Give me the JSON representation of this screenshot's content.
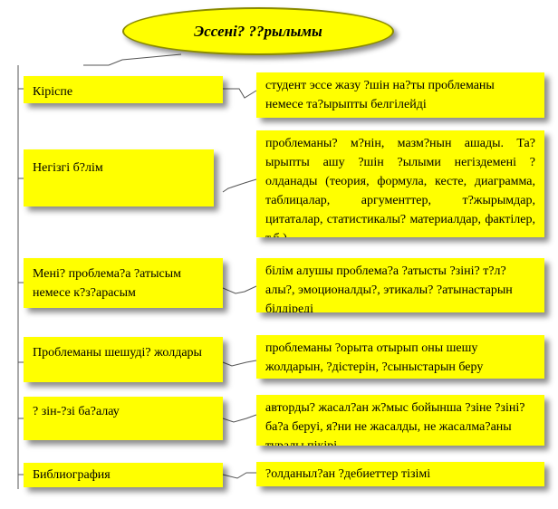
{
  "title": "Эссенi? ??рылымы",
  "rows": [
    {
      "left": "Кiрiспе",
      "right": "студент эссе жазу ?шiн на?ты проблеманы немесе та?ырыпты белгiлейдi"
    },
    {
      "left": "Негiзгi б?лiм",
      "right": "проблеманы? м?нiн, мазм?нын ашады. Та?ырыпты ашу ?шiн ?ылыми негiздеменi ?олданады (теория, формула, кесте, диаграмма, таблицалар, аргументтер, т?жырымдар, цитаталар, статистикалы? материалдар, фактiлер, т.б.)"
    },
    {
      "left": "Менi? проблема?а ?атысым немесе к?з?арасым",
      "right": "бiлiм алушы проблема?а ?атысты ?зiнi? т?л?алы?, эмоционалды?, этикалы? ?атынастарын бiлдiредi"
    },
    {
      "left": "Проблеманы шешудi? жолдары",
      "right": "проблеманы ?орыта отырып оны шешу жолдарын, ?дiстерiн, ?сыныстарын беру"
    },
    {
      "left": "? зiн-?зi ба?алау",
      "right": "авторды? жасал?ан ж?мыс бойынша ?зiне ?зiнi? ба?а беруi, я?ни не жасалды, не жасалма?аны туралы пiкiрi"
    },
    {
      "left": "Библиография",
      "right": "?олданыл?ан ?дебиеттер тiзiмi"
    }
  ]
}
